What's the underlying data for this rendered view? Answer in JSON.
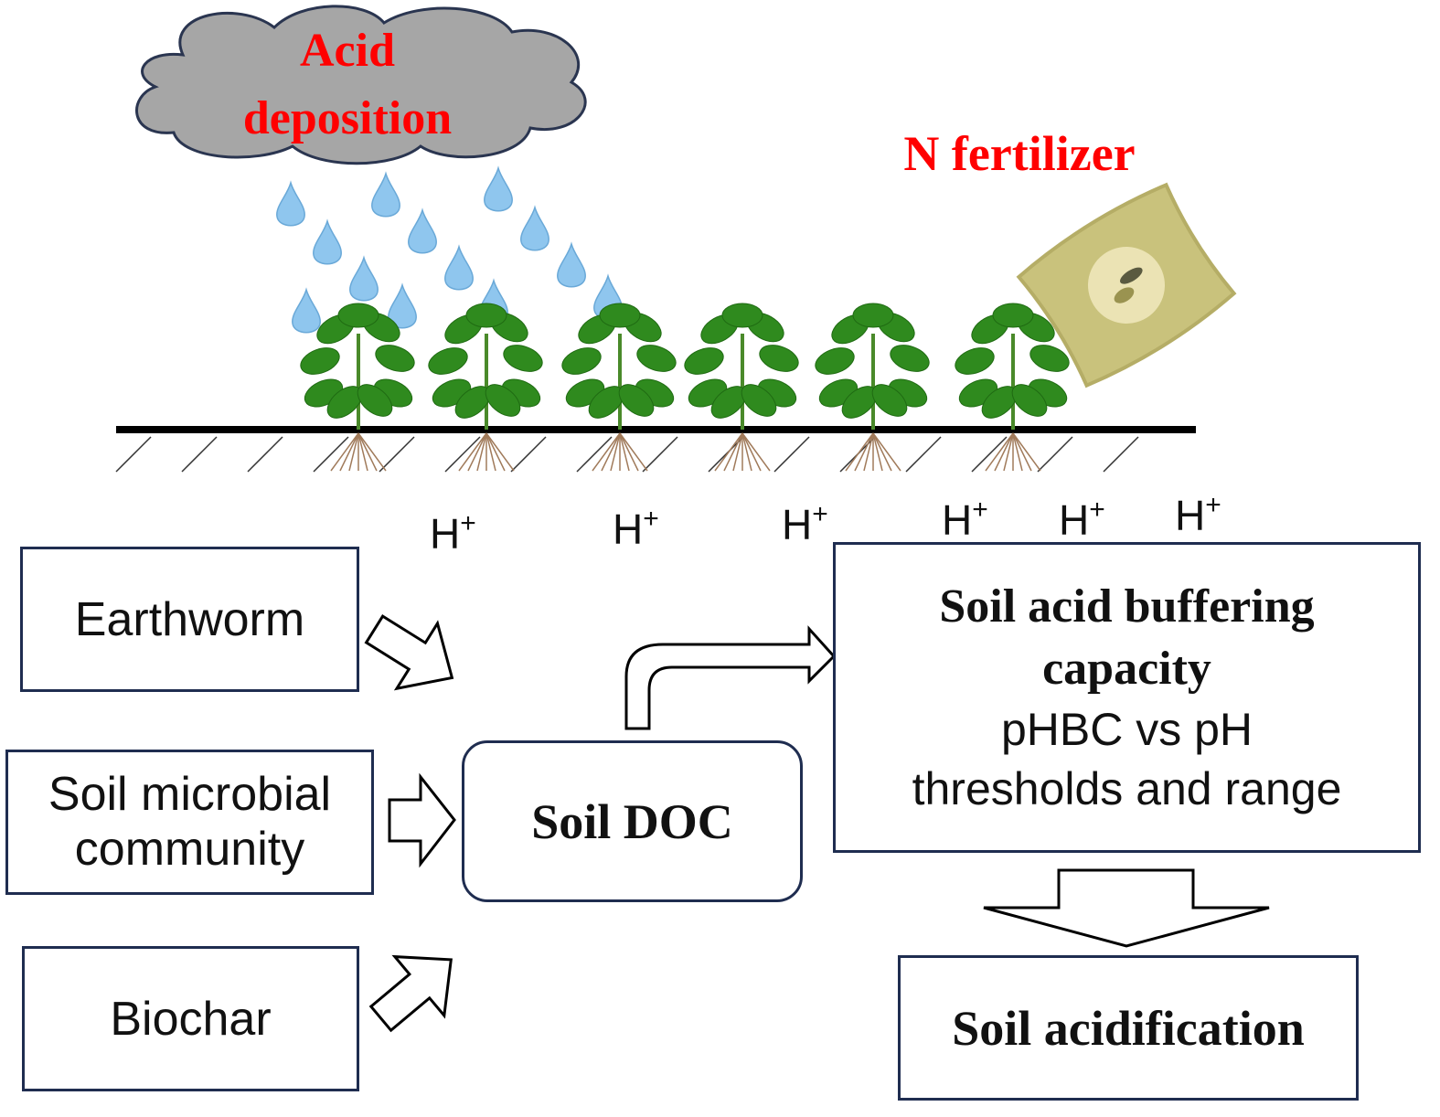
{
  "cloud_label_line1": "Acid",
  "cloud_label_line2": "deposition",
  "fertilizer_label": "N fertilizer",
  "proton_label": "H",
  "proton_charge": "+",
  "factors": [
    "Earthworm",
    "Soil microbial community",
    "Biochar"
  ],
  "factor_lines": {
    "microbial_1": "Soil microbial",
    "microbial_2": "community"
  },
  "doc_label": "Soil DOC",
  "buffering": {
    "title_line1": "Soil acid buffering",
    "title_line2": "capacity",
    "sub_line1": "pHBC vs pH",
    "sub_line2": "thresholds and range"
  },
  "outcome_label": "Soil acidification",
  "colors": {
    "accent_red": "#ff0000",
    "box_border": "#1f2d50",
    "cloud": "#a6a6a6",
    "leaf": "#2f8a1e",
    "bag": "#c9c27c",
    "drop": "#8fc6ee"
  }
}
